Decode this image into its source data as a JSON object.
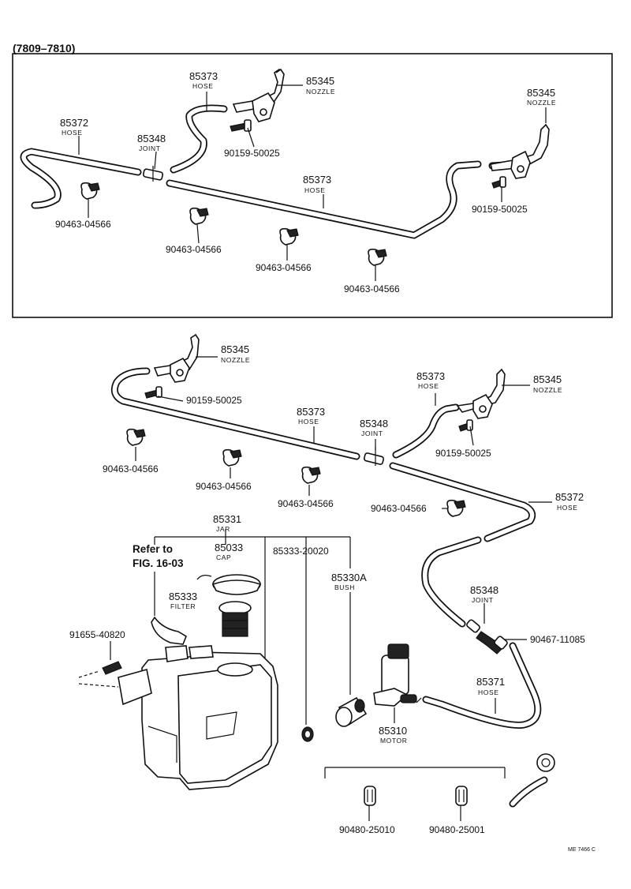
{
  "header": {
    "year_range": "(7809–7810)"
  },
  "top_panel": {
    "hose_85373_a": {
      "number": "85373",
      "name": "HOSE"
    },
    "nozzle_85345_a": {
      "number": "85345",
      "name": "NOZZLE"
    },
    "nozzle_85345_b": {
      "number": "85345",
      "name": "NOZZLE"
    },
    "hose_85372": {
      "number": "85372",
      "name": "HOSE"
    },
    "joint_85348": {
      "number": "85348",
      "name": "JOINT"
    },
    "screw_a": "90159-50025",
    "hose_85373_b": {
      "number": "85373",
      "name": "HOSE"
    },
    "screw_b": "90159-50025",
    "clamp_1": "90463-04566",
    "clamp_2": "90463-04566",
    "clamp_3": "90463-04566",
    "clamp_4": "90463-04566"
  },
  "bottom_panel": {
    "nozzle_85345_a": {
      "number": "85345",
      "name": "NOZZLE"
    },
    "screw_a": "90159-50025",
    "hose_85373_a": {
      "number": "85373",
      "name": "HOSE"
    },
    "joint_85348_a": {
      "number": "85348",
      "name": "JOINT"
    },
    "hose_85373_b": {
      "number": "85373",
      "name": "HOSE"
    },
    "nozzle_85345_b": {
      "number": "85345",
      "name": "NOZZLE"
    },
    "screw_b": "90159-50025",
    "clamp_1": "90463-04566",
    "clamp_2": "90463-04566",
    "clamp_3": "90463-04566",
    "clamp_4": "90463-04566",
    "hose_85372": {
      "number": "85372",
      "name": "HOSE"
    },
    "jar_85331": {
      "number": "85331",
      "name": "JAR"
    },
    "refer_line1": "Refer to",
    "refer_line2": "FIG. 16-03",
    "cap_85033": {
      "number": "85033",
      "name": "CAP"
    },
    "filter_85333": {
      "number": "85333",
      "name": "FILTER"
    },
    "grommet": "85333-20020",
    "bush_85330a": {
      "number": "85330A",
      "name": "BUSH"
    },
    "joint_85348_b": {
      "number": "85348",
      "name": "JOINT"
    },
    "valve": "90467-11085",
    "connector": "91655-40820",
    "hose_85371": {
      "number": "85371",
      "name": "HOSE"
    },
    "motor_85310": {
      "number": "85310",
      "name": "MOTOR"
    },
    "grommet_a": "90480-25010",
    "grommet_b": "90480-25001"
  },
  "footer": {
    "code": "ME 7466 C"
  }
}
